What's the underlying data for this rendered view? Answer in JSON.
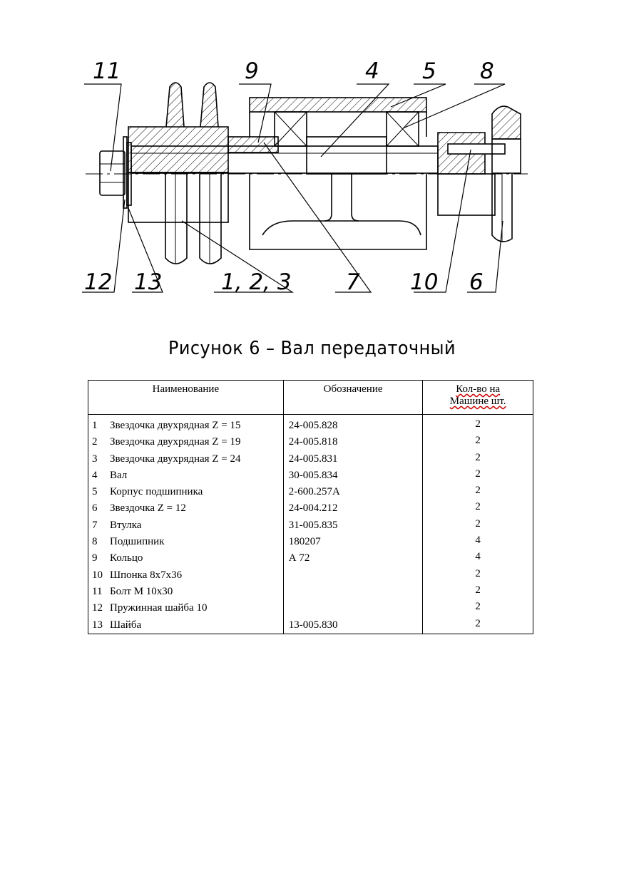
{
  "figure": {
    "callouts": [
      "11",
      "9",
      "4",
      "5",
      "8",
      "12",
      "13",
      "1, 2, 3",
      "7",
      "10",
      "6"
    ],
    "caption": "Рисунок 6 – Вал передаточный"
  },
  "table": {
    "headers": {
      "name": "Наименование",
      "designation": "Обозначение",
      "qty_line1": "Кол-во на",
      "qty_line2": "Машине шт."
    },
    "rows": [
      {
        "n": "1",
        "name": "Звездочка двухрядная Z = 15",
        "code": "24-005.828",
        "qty": "2"
      },
      {
        "n": "2",
        "name": "Звездочка двухрядная Z = 19",
        "code": "24-005.818",
        "qty": "2"
      },
      {
        "n": "3",
        "name": "Звездочка двухрядная Z = 24",
        "code": "24-005.831",
        "qty": "2"
      },
      {
        "n": "4",
        "name": "Вал",
        "code": "30-005.834",
        "qty": "2"
      },
      {
        "n": "5",
        "name": "Корпус подшипника",
        "code": "2-600.257А",
        "qty": "2"
      },
      {
        "n": "6",
        "name": "Звездочка Z = 12",
        "code": "24-004.212",
        "qty": "2"
      },
      {
        "n": "7",
        "name": "Втулка",
        "code": "31-005.835",
        "qty": "2"
      },
      {
        "n": "8",
        "name": "Подшипник",
        "code": "180207",
        "qty": "4"
      },
      {
        "n": "9",
        "name": "Кольцо",
        "code": "А 72",
        "qty": "4"
      },
      {
        "n": "10",
        "name": "Шпонка 8х7х36",
        "code": "",
        "qty": "2"
      },
      {
        "n": "11",
        "name": "Болт М 10х30",
        "code": "",
        "qty": "2"
      },
      {
        "n": "12",
        "name": "Пружинная шайба 10",
        "code": "",
        "qty": "2"
      },
      {
        "n": "13",
        "name": "Шайба",
        "code": "13-005.830",
        "qty": "2"
      }
    ]
  }
}
